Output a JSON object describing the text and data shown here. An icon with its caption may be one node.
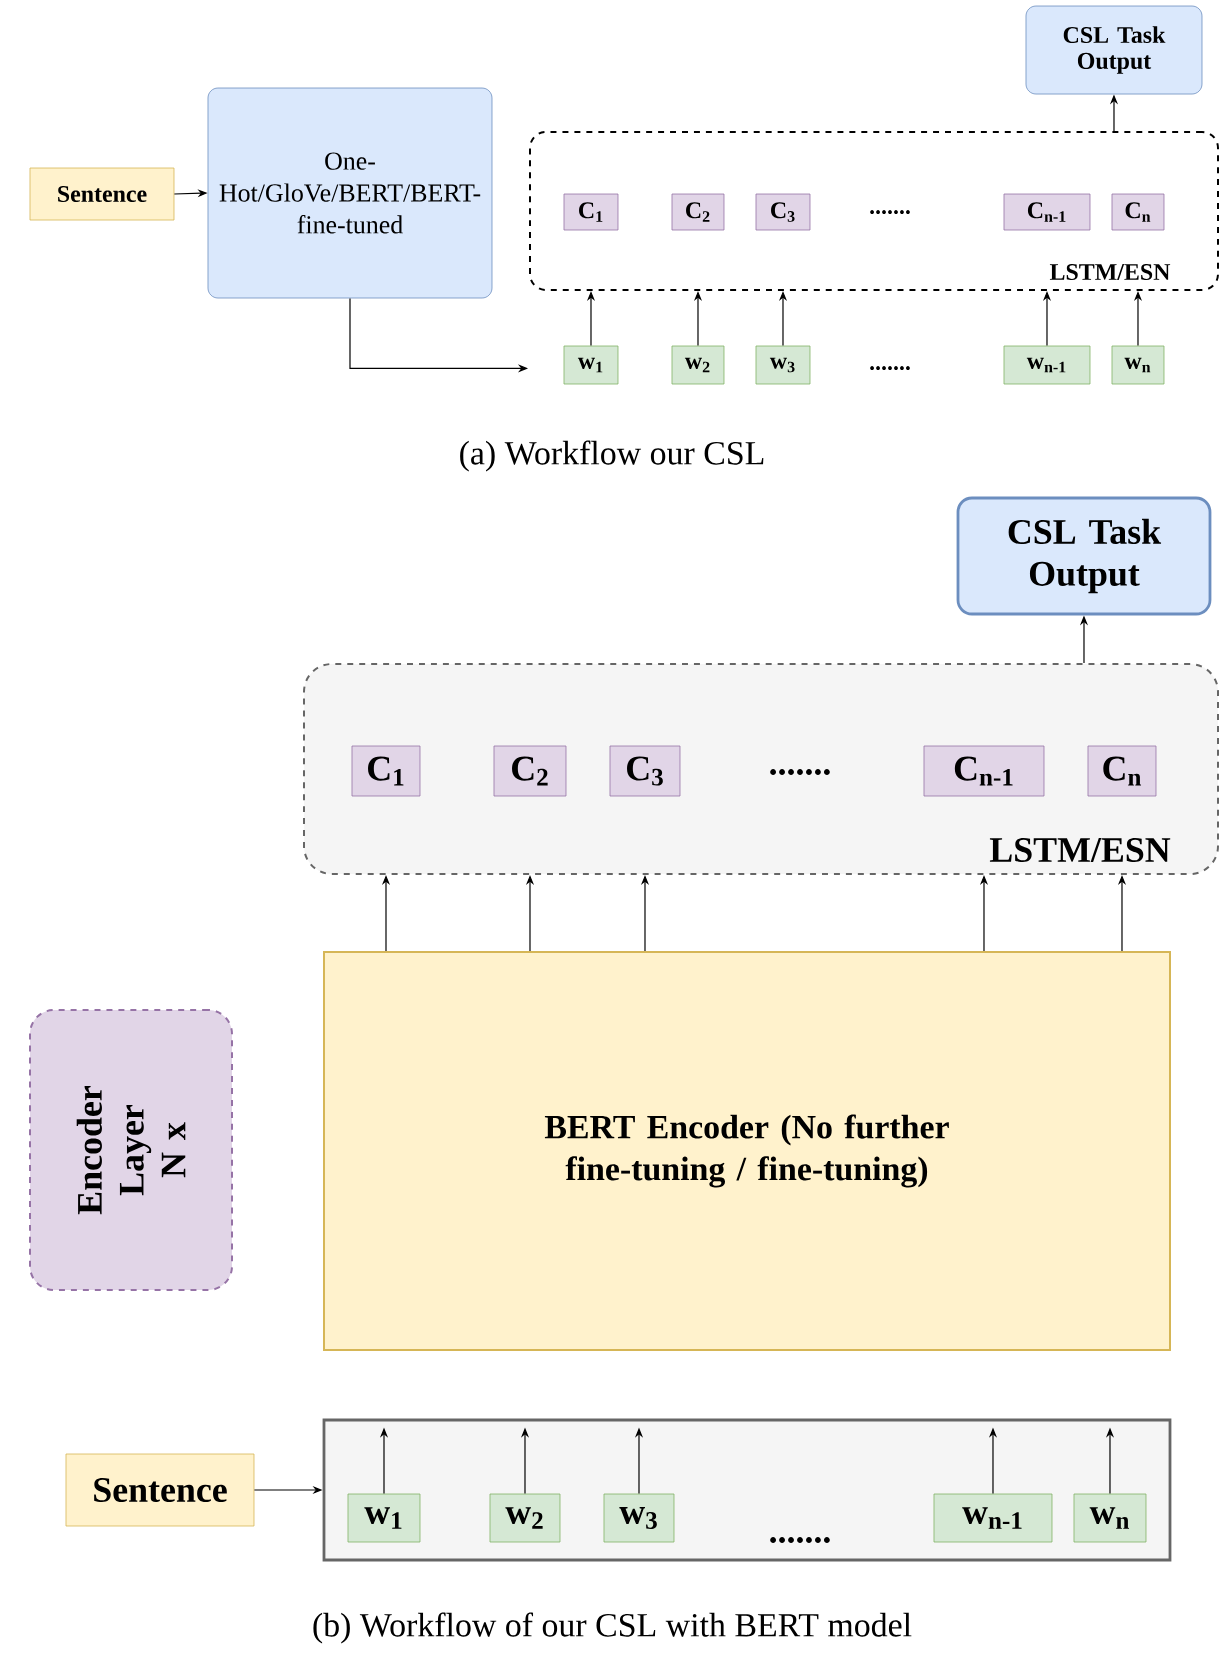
{
  "diagram": {
    "nodes": [
      {
        "text": [
          "Sentence"
        ]
      },
      {
        "text": [
          "One-Hot/GloVe/BERT/BERT-fine-tuned"
        ]
      },
      {
        "text": [
          "LSTM/ESN"
        ]
      },
      {
        "text": [
          "C$_{1}$"
        ],
        "in": 2
      },
      {
        "text": [
          "C$_{2}$"
        ],
        "in": 2
      },
      {
        "text": [
          "C$_{3}$"
        ],
        "in": 2
      },
      {
        "text": [
          "C$_{n-1}$"
        ],
        "in": 2
      },
      {
        "text": [
          "C$_{n}$"
        ],
        "in": 2
      },
      {
        "text": [
          "CSL Task Output"
        ]
      },
      {
        "text": [
          "w$_{1}$"
        ]
      },
      {
        "text": [
          "w$_{2}$"
        ]
      },
      {
        "text": [
          "w$_{3}$"
        ]
      },
      {
        "text": [
          "w$_{n-1}$"
        ]
      },
      {
        "text": [
          "w$_{n}$"
        ]
      },
      {
        "text": [
          "CSL Task Output"
        ]
      },
      {
        "text": [
          "LSTM/ESN"
        ]
      },
      {
        "text": [
          "C$_{1}$"
        ],
        "in": 15
      },
      {
        "text": [
          "C$_{2}$"
        ],
        "in": 15
      },
      {
        "text": [
          "C$_{3}$"
        ],
        "in": 15
      },
      {
        "text": [
          "C$_{n-1}$"
        ],
        "in": 15
      },
      {
        "text": [
          "C$_{n}$"
        ],
        "in": 15
      },
      {
        "text": [
          "BERT Encoder (No further fine-tuning / fine-tuning)"
        ]
      },
      {
        "text": [
          "Encoder Layer N x"
        ]
      },
      {
        "text": [
          "Sentence"
        ]
      },
      {
        "text": [],
        "shape": "box"
      },
      {
        "text": [
          "w$_{1}$"
        ],
        "in": 24
      },
      {
        "text": [
          "w$_{2}$"
        ],
        "in": 24
      },
      {
        "text": [
          "w$_{3}$"
        ],
        "in": 24
      },
      {
        "text": [
          "w$_{n-1}$"
        ],
        "in": 24
      },
      {
        "text": [
          "w$_{n}$"
        ],
        "in": 24
      }
    ],
    "edges": [
      {
        "from": 0,
        "to": 1,
        "arrow": "to"
      },
      {
        "from": 1,
        "to": null,
        "arrow": "to"
      },
      {
        "from": 9,
        "to": 2,
        "arrow": "to"
      },
      {
        "from": 10,
        "to": 2,
        "arrow": "to"
      },
      {
        "from": 11,
        "to": 2,
        "arrow": "to"
      },
      {
        "from": 12,
        "to": 2,
        "arrow": "to"
      },
      {
        "from": 13,
        "to": 2,
        "arrow": "to"
      },
      {
        "from": 2,
        "to": 8,
        "arrow": "to"
      },
      {
        "from": 15,
        "to": 14,
        "arrow": "to"
      },
      {
        "from": 21,
        "to": 15,
        "arrow": "to"
      },
      {
        "from": 21,
        "to": 15,
        "arrow": "to"
      },
      {
        "from": 21,
        "to": 15,
        "arrow": "to"
      },
      {
        "from": 21,
        "to": 15,
        "arrow": "to"
      },
      {
        "from": 21,
        "to": 15,
        "arrow": "to"
      },
      {
        "from": 23,
        "to": 24,
        "arrow": "to"
      },
      {
        "from": 25,
        "to": null,
        "arrow": "to"
      },
      {
        "from": 26,
        "to": null,
        "arrow": "to"
      },
      {
        "from": 27,
        "to": null,
        "arrow": "to"
      },
      {
        "from": 28,
        "to": null,
        "arrow": "to"
      },
      {
        "from": 29,
        "to": null,
        "arrow": "to"
      }
    ],
    "labels": [
      ".......",
      ".......",
      "(a) Workflow our CSL",
      ".......",
      ".......",
      "(b) Workflow of our CSL with BERT model"
    ]
  }
}
